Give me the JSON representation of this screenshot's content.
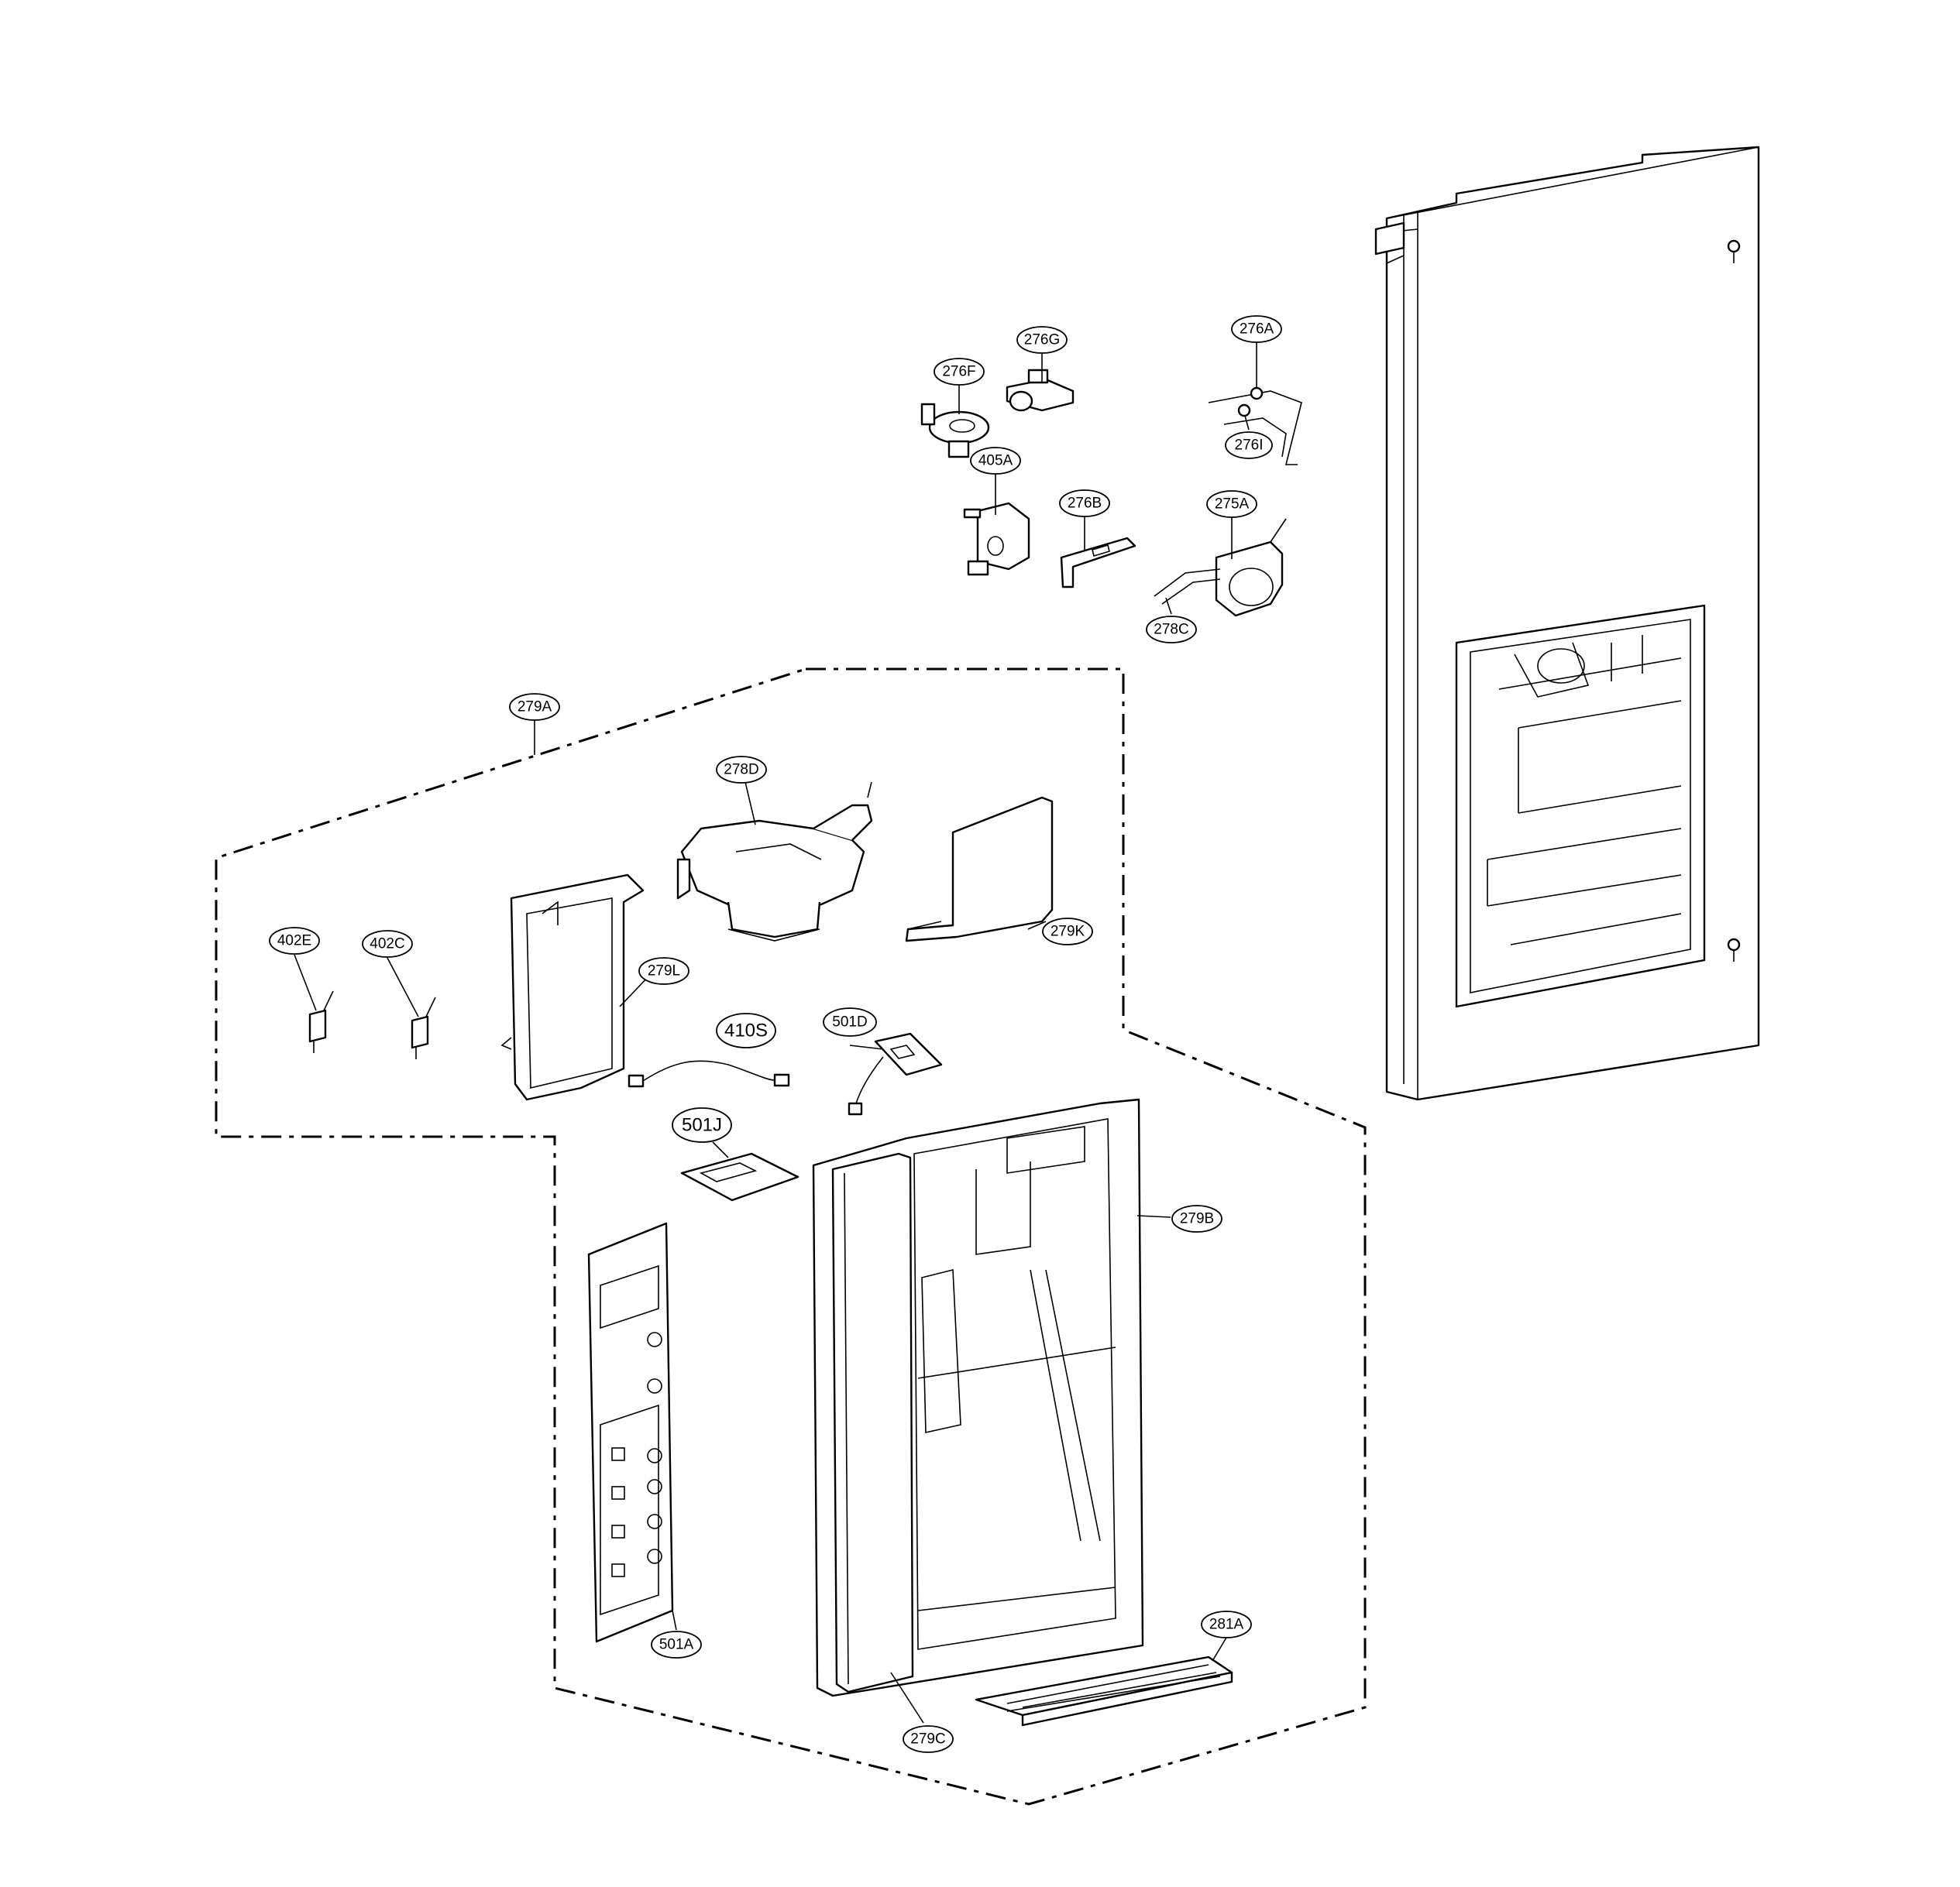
{
  "diagram": {
    "type": "exploded parts diagram",
    "callouts": {
      "c276G": "276G",
      "c276F": "276F",
      "c276A": "276A",
      "c276I": "276I",
      "c405A": "405A",
      "c276B": "276B",
      "c275A": "275A",
      "c278C": "278C",
      "c279A": "279A",
      "c278D": "278D",
      "c402E": "402E",
      "c402C": "402C",
      "c279L": "279L",
      "c279K": "279K",
      "c410S": "410S",
      "c501D": "501D",
      "c501J": "501J",
      "c279B": "279B",
      "c501A": "501A",
      "c281A": "281A",
      "c279C": "279C"
    }
  }
}
